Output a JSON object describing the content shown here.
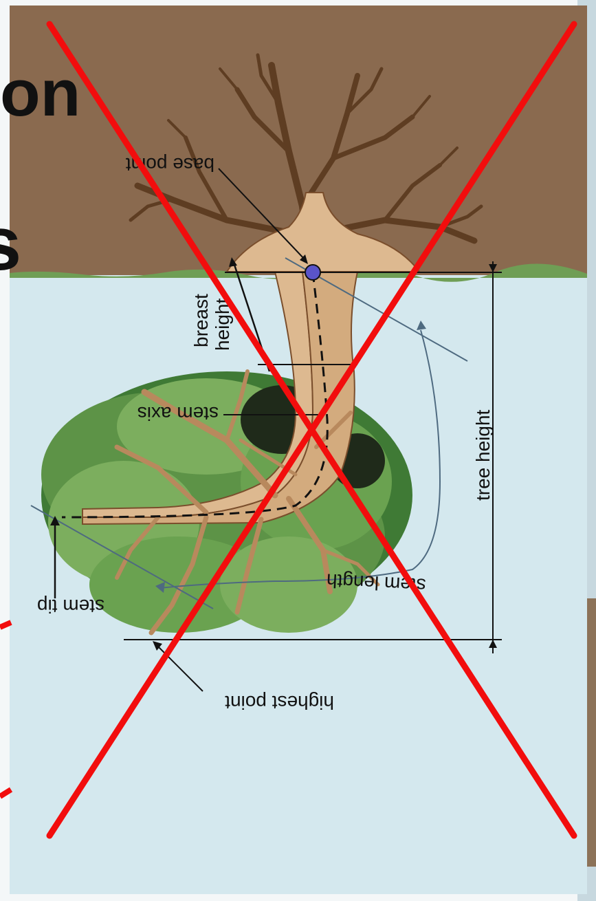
{
  "background_fragments": {
    "title_fragment": "on",
    "second_fragment": "s"
  },
  "labels": {
    "base_point": "base point",
    "breast_height_line1": "breast",
    "breast_height_line2": "height",
    "stem_axis": "stem axis",
    "tree_height": "tree height",
    "stem_length": "stem length",
    "stem_tip": "stem tip",
    "highest_point": "highest point"
  },
  "colors": {
    "soil": "#8a6a4f",
    "sky": "#d4e8ee",
    "grass_edge": "#6f9e55",
    "trunk": "#ddb990",
    "trunk_outline": "#7a4e2c",
    "roots_dark": "#5e3d22",
    "foliage_dark": "#3f7a35",
    "foliage_light": "#7cae5e",
    "base_marker": "#5a54c9",
    "cross_out": "#f20d0d",
    "tape": "#4e6a80",
    "frame_right": "#b7cdd8"
  },
  "icons": {
    "base_marker": "dot-icon",
    "cross_out": "x-cross-icon"
  }
}
